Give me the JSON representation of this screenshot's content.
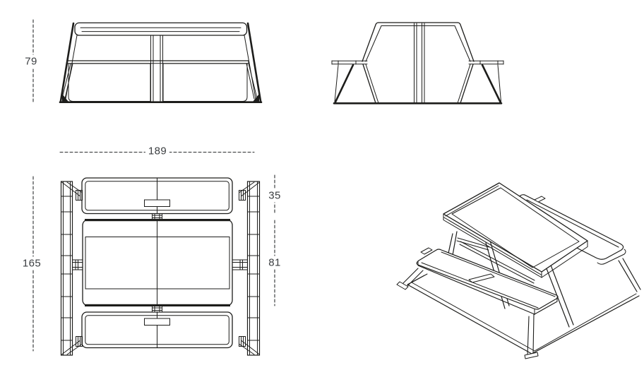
{
  "page": {
    "background": "#ffffff",
    "line_color": "#1d1d1b",
    "label_color": "#3b3e41"
  },
  "views": [
    {
      "id": "front-elevation-view"
    },
    {
      "id": "side-elevation-view"
    },
    {
      "id": "top-plan-view"
    },
    {
      "id": "isometric-view"
    }
  ],
  "dimension_labels": {
    "overall_height": "79",
    "overall_length": "189",
    "overall_depth": "165",
    "bench_depth": "35",
    "tabletop_depth": "81"
  }
}
